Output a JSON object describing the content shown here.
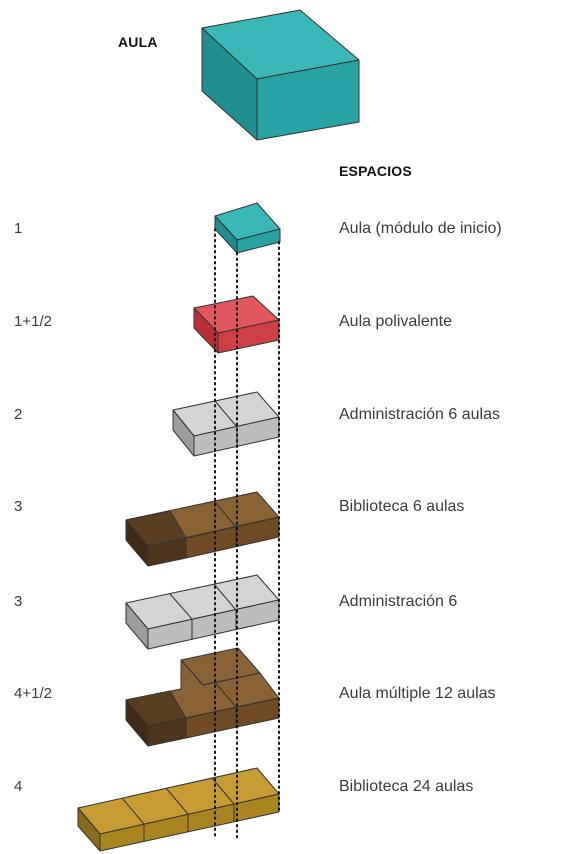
{
  "header": {
    "title": "AULA",
    "espacios_heading": "ESPACIOS"
  },
  "rows": [
    {
      "count": "1",
      "description": "Aula (módulo de inicio)",
      "color": "#2aa7aa"
    },
    {
      "count": "1+1/2",
      "description": "Aula polivalente",
      "color": "#d94448"
    },
    {
      "count": "2",
      "description": "Administración 6 aulas",
      "color": "#c9c9cb"
    },
    {
      "count": "3",
      "description": "Biblioteca 6 aulas",
      "color": "#7a5428"
    },
    {
      "count": "3",
      "description": "Administración 6",
      "color": "#c9c9cb"
    },
    {
      "count": "4+1/2",
      "description": "Aula múltiple 12 aulas",
      "color": "#7a5428"
    },
    {
      "count": "4",
      "description": "Biblioteca 24 aulas",
      "color": "#b8902a"
    }
  ]
}
